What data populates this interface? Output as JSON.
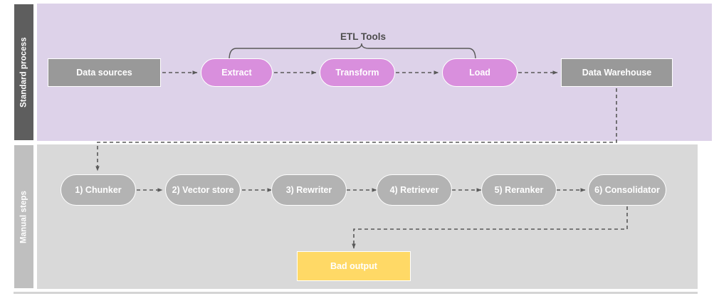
{
  "diagram": {
    "title": "ETL standard process and manual RAG steps",
    "colors": {
      "lane_top_bg": "#ddd2e9",
      "lane_bottom_bg": "#d9d9d9",
      "lane_top_label_bg": "#5e5e5e",
      "lane_bottom_label_bg": "#bfbfbf",
      "node_gray": "#999999",
      "node_pill_magenta": "#d98fdd",
      "node_pill_gray": "#b3b3b3",
      "node_yellow": "#ffd966",
      "edge": "#666666",
      "text_light": "#ffffff",
      "text_dark": "#4d4d4d"
    },
    "lanes": [
      {
        "id": "standard",
        "label": "Standard process"
      },
      {
        "id": "manual",
        "label": "Manual steps"
      }
    ],
    "annotations": [
      {
        "id": "etl-tools",
        "label": "ETL Tools"
      }
    ],
    "standard_process_nodes": [
      {
        "id": "data-sources",
        "label": "Data sources",
        "shape": "rect"
      },
      {
        "id": "extract",
        "label": "Extract",
        "shape": "pill"
      },
      {
        "id": "transform",
        "label": "Transform",
        "shape": "pill"
      },
      {
        "id": "load",
        "label": "Load",
        "shape": "pill"
      },
      {
        "id": "data-warehouse",
        "label": "Data Warehouse",
        "shape": "rect"
      }
    ],
    "manual_steps_nodes": [
      {
        "id": "chunker",
        "label": "1) Chunker",
        "shape": "pill"
      },
      {
        "id": "vector-store",
        "label": "2) Vector store",
        "shape": "pill"
      },
      {
        "id": "rewriter",
        "label": "3) Rewriter",
        "shape": "pill"
      },
      {
        "id": "retriever",
        "label": "4) Retriever",
        "shape": "pill"
      },
      {
        "id": "reranker",
        "label": "5) Reranker",
        "shape": "pill"
      },
      {
        "id": "consolidator",
        "label": "6) Consolidator",
        "shape": "pill"
      }
    ],
    "output_nodes": [
      {
        "id": "bad-output",
        "label": "Bad output",
        "shape": "rect"
      }
    ],
    "edges": [
      {
        "from": "data-sources",
        "to": "extract",
        "style": "dashed-arrow"
      },
      {
        "from": "extract",
        "to": "transform",
        "style": "dashed-arrow"
      },
      {
        "from": "transform",
        "to": "load",
        "style": "dashed-arrow"
      },
      {
        "from": "load",
        "to": "data-warehouse",
        "style": "dashed-arrow"
      },
      {
        "from": "data-warehouse",
        "to": "chunker",
        "style": "dashed-elbow-arrow"
      },
      {
        "from": "chunker",
        "to": "vector-store",
        "style": "dashed-arrow"
      },
      {
        "from": "vector-store",
        "to": "rewriter",
        "style": "dashed-arrow"
      },
      {
        "from": "rewriter",
        "to": "retriever",
        "style": "dashed-arrow"
      },
      {
        "from": "retriever",
        "to": "reranker",
        "style": "dashed-arrow"
      },
      {
        "from": "reranker",
        "to": "consolidator",
        "style": "dashed-arrow"
      },
      {
        "from": "consolidator",
        "to": "bad-output",
        "style": "dashed-elbow-arrow"
      }
    ]
  }
}
